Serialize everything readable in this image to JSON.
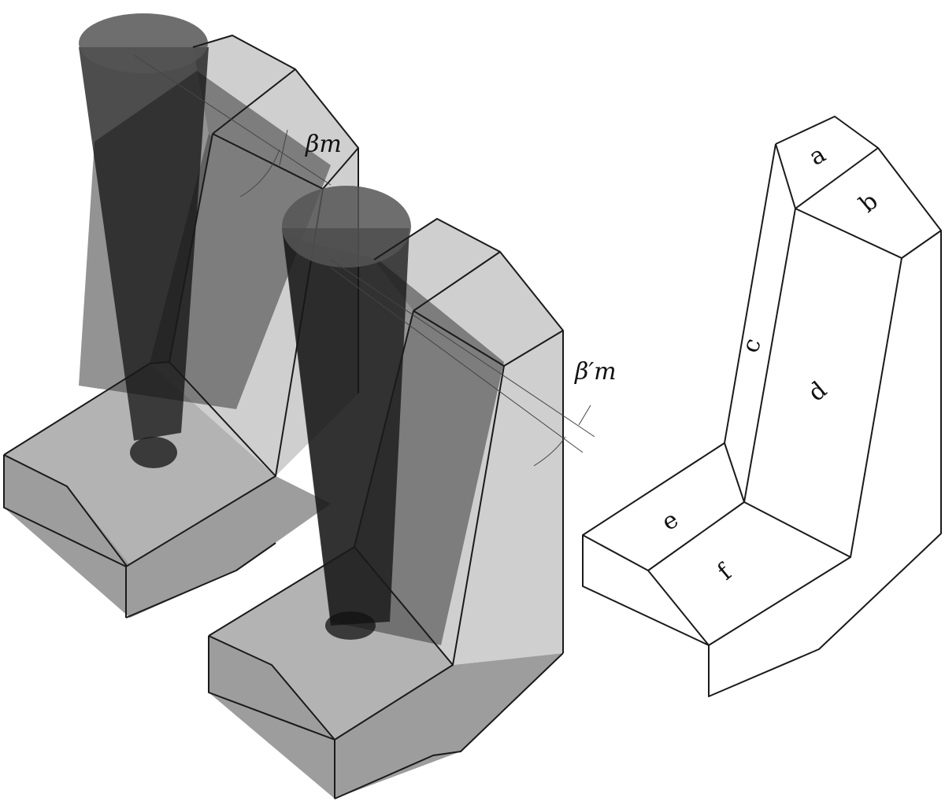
{
  "labels": {
    "beta_m": "βm",
    "beta_m_prime": "β′m"
  },
  "faces": {
    "a": "a",
    "b": "b",
    "c": "c",
    "d": "d",
    "e": "e",
    "f": "f"
  }
}
